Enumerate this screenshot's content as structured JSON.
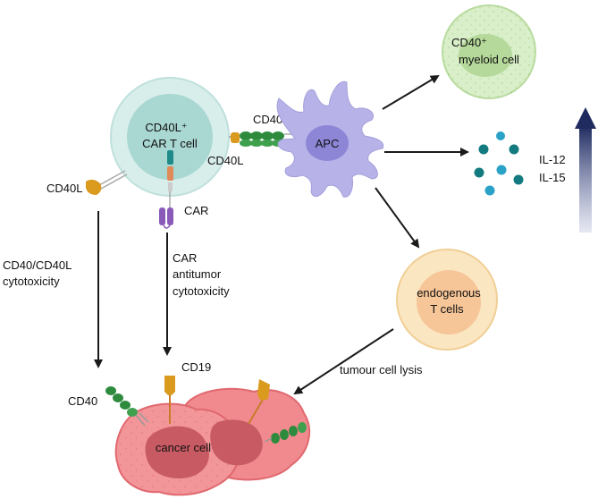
{
  "cells": {
    "car_t": {
      "title": "CD40L⁺",
      "subtitle": "CAR T cell"
    },
    "apc": {
      "label": "APC"
    },
    "myeloid": {
      "title": "CD40⁺",
      "subtitle": "myeloid cell"
    },
    "endogenous": {
      "title": "endogenous",
      "subtitle": "T cells"
    },
    "cancer": {
      "label": "cancer cell"
    }
  },
  "receptors": {
    "cd40_top": "CD40",
    "cd40l_top": "CD40L",
    "cd40l_left": "CD40L",
    "car": "CAR",
    "cd19": "CD19",
    "cd40_bottom": "CD40"
  },
  "cytokines": [
    "IL-12",
    "IL-15"
  ],
  "pathways": {
    "left_line1": "CD40/CD40L",
    "left_line2": "cytotoxicity",
    "mid_line1": "CAR",
    "mid_line2": "antitumor",
    "mid_line3": "cytotoxicity",
    "lysis": "tumour cell lysis"
  },
  "colors": {
    "car_t_cell": "#cfe9e6",
    "apc": "#b7b3e8",
    "myeloid": "#cfe7b8",
    "endogenous": "#f7ddb0",
    "cancer": "#f0878c",
    "cd40_green": "#2e8b3e",
    "cd40l_gold": "#d99a1e",
    "arrow": "#1a1a1a",
    "big_arrow": "#2b3566"
  }
}
